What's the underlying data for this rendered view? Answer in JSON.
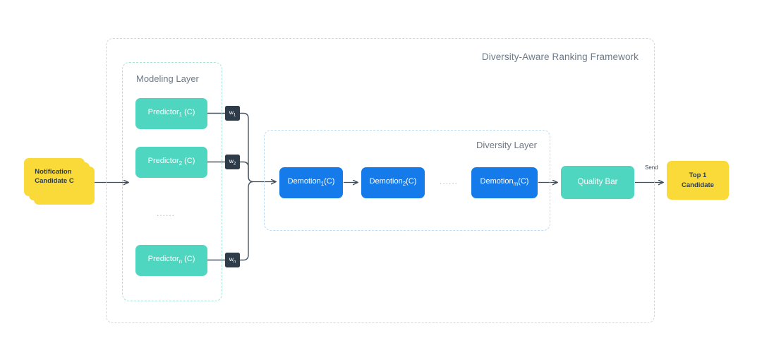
{
  "framework": {
    "title": "Diversity-Aware Ranking Framework",
    "border_color": "#d2d6da"
  },
  "input": {
    "label_line1": "Notification",
    "label_line2": "Candidate C",
    "color": "#fada38",
    "text_color": "#2f3b45",
    "stack_count": 3
  },
  "modeling_layer": {
    "title": "Modeling Layer",
    "border_color": "#a8e4d8",
    "box_color": "#4fd6c0",
    "ellipsis": "......",
    "predictors": [
      {
        "name": "Predictor",
        "subscript": "1",
        "arg": "(C)",
        "full": "Predictor₁ (C)"
      },
      {
        "name": "Predictor",
        "subscript": "2",
        "arg": "(C)",
        "full": "Predictor₂ (C)"
      },
      {
        "name": "Predictor",
        "subscript": "n",
        "arg": "(C)",
        "full": "Predictorₙ (C)"
      }
    ],
    "weights": [
      {
        "label": "w",
        "subscript": "1",
        "full": "w₁"
      },
      {
        "label": "w",
        "subscript": "2",
        "full": "w₂"
      },
      {
        "label": "w",
        "subscript": "n",
        "full": "wₙ"
      }
    ],
    "weight_color": "#2e3c49"
  },
  "diversity_layer": {
    "title": "Diversity Layer",
    "border_color": "#b9d9f5",
    "box_color": "#157bea",
    "ellipsis": "......",
    "demotions": [
      {
        "name": "Demotion",
        "subscript": "1",
        "arg": "(C)",
        "full": "Demotion₁(C)"
      },
      {
        "name": "Demotion",
        "subscript": "2",
        "arg": "(C)",
        "full": "Demotion₂(C)"
      },
      {
        "name": "Demotion",
        "subscript": "m",
        "arg": "(C)",
        "full": "Demotionₘ(C)"
      }
    ]
  },
  "quality_bar": {
    "label": "Quality Bar",
    "color": "#4fd6c0"
  },
  "send_arrow": {
    "label": "Send"
  },
  "output": {
    "label_line1": "Top 1",
    "label_line2": "Candidate",
    "color": "#fada38",
    "text_color": "#2f3b45"
  },
  "connectors": {
    "line_color": "#4a5560"
  }
}
